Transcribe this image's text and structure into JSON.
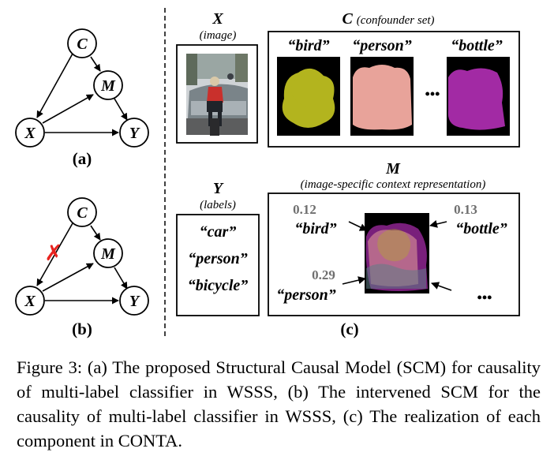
{
  "diagram": {
    "panel_a": {
      "nodes": {
        "c": "C",
        "m": "M",
        "x": "X",
        "y": "Y"
      },
      "label": "(a)"
    },
    "panel_b": {
      "nodes": {
        "c": "C",
        "m": "M",
        "x": "X",
        "y": "Y"
      },
      "label": "(b)",
      "cut_mark": "✗",
      "cut_color": "#e8231f"
    },
    "panel_c": {
      "label": "(c)",
      "x_box": {
        "title": "X",
        "subtitle": "(image)"
      },
      "c_box": {
        "title": "C",
        "subtitle": "(confounder set)",
        "items": [
          "“bird”",
          "“person”",
          "“bottle”"
        ],
        "ellipsis": "•••",
        "mask_colors": [
          "#b3b41e",
          "#e8a39a",
          "#a22aa4"
        ]
      },
      "y_box": {
        "title": "Y",
        "subtitle": "(labels)",
        "labels": [
          "“car”",
          "“person”",
          "“bicycle”"
        ]
      },
      "m_box": {
        "title": "M",
        "subtitle": "(image-specific context representation)",
        "weights": [
          {
            "value": "0.12",
            "label": "“bird”"
          },
          {
            "value": "0.13",
            "label": "“bottle”"
          },
          {
            "value": "0.29",
            "label": "“person”"
          }
        ],
        "ellipsis": "•••",
        "weight_color": "#6f6f6f"
      }
    }
  },
  "caption": "Figure 3: (a) The proposed Structural Causal Model (SCM) for causality of multi-label classifier in WSSS, (b) The intervened SCM for the causality of multi-label classifier in WSSS, (c) The realization of each component in CONTA."
}
